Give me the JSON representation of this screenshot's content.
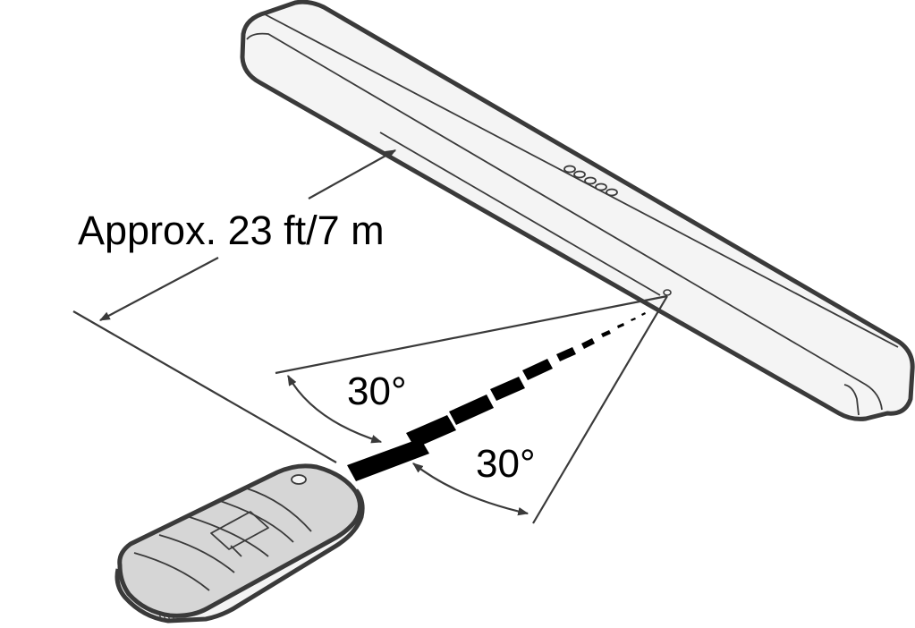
{
  "labels": {
    "distance": "Approx. 23 ft/7 m",
    "angle_upper": "30°",
    "angle_lower": "30°"
  },
  "colors": {
    "outline": "#3a3a3a",
    "body_fill": "#f2f2f2",
    "remote_fill": "#d6d6d6",
    "beam": "#000000"
  },
  "icons": {
    "soundbar": "soundbar-icon",
    "remote": "remote-control-icon",
    "sensor": "ir-sensor-icon"
  }
}
